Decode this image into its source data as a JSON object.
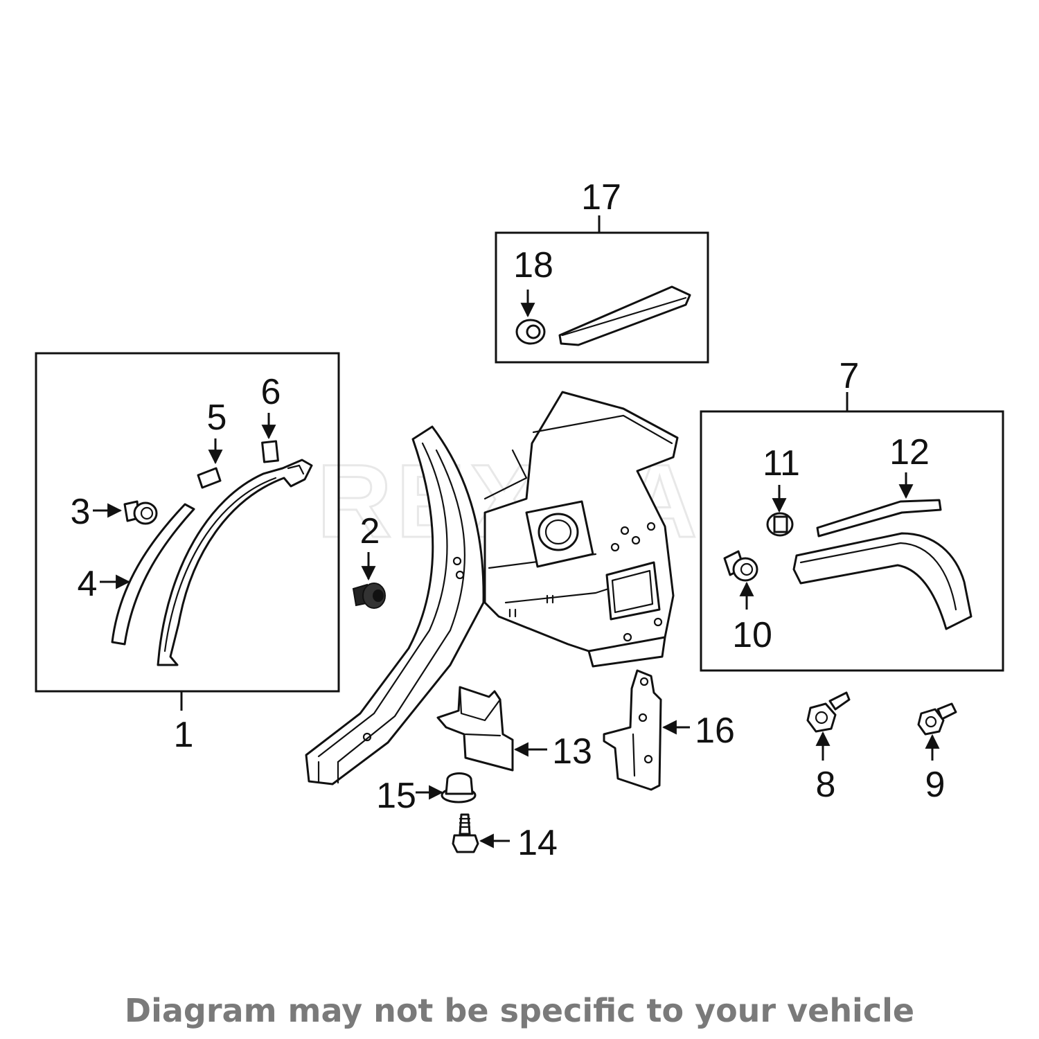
{
  "watermark": "REXKA",
  "footer": "Diagram may not be specific to your vehicle",
  "callouts": {
    "c1": "1",
    "c2": "2",
    "c3": "3",
    "c4": "4",
    "c5": "5",
    "c6": "6",
    "c7": "7",
    "c8": "8",
    "c9": "9",
    "c10": "10",
    "c11": "11",
    "c12": "12",
    "c13": "13",
    "c14": "14",
    "c15": "15",
    "c16": "16",
    "c17": "17",
    "c18": "18"
  }
}
